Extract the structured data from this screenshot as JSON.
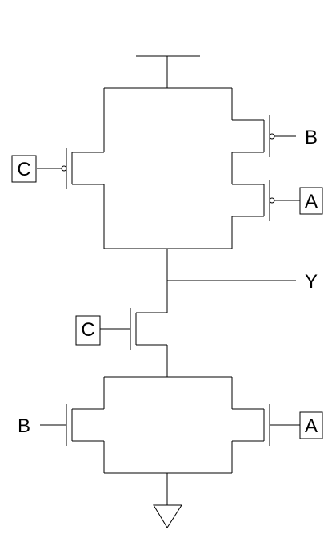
{
  "schematic": {
    "output_label": "Y",
    "pmos_c_label": "C",
    "pmos_b_label": "B",
    "pmos_a_label": "A",
    "nmos_c_label": "C",
    "nmos_b_label": "B",
    "nmos_a_label": "A"
  },
  "colors": {
    "line": "#000000",
    "background": "#ffffff"
  }
}
